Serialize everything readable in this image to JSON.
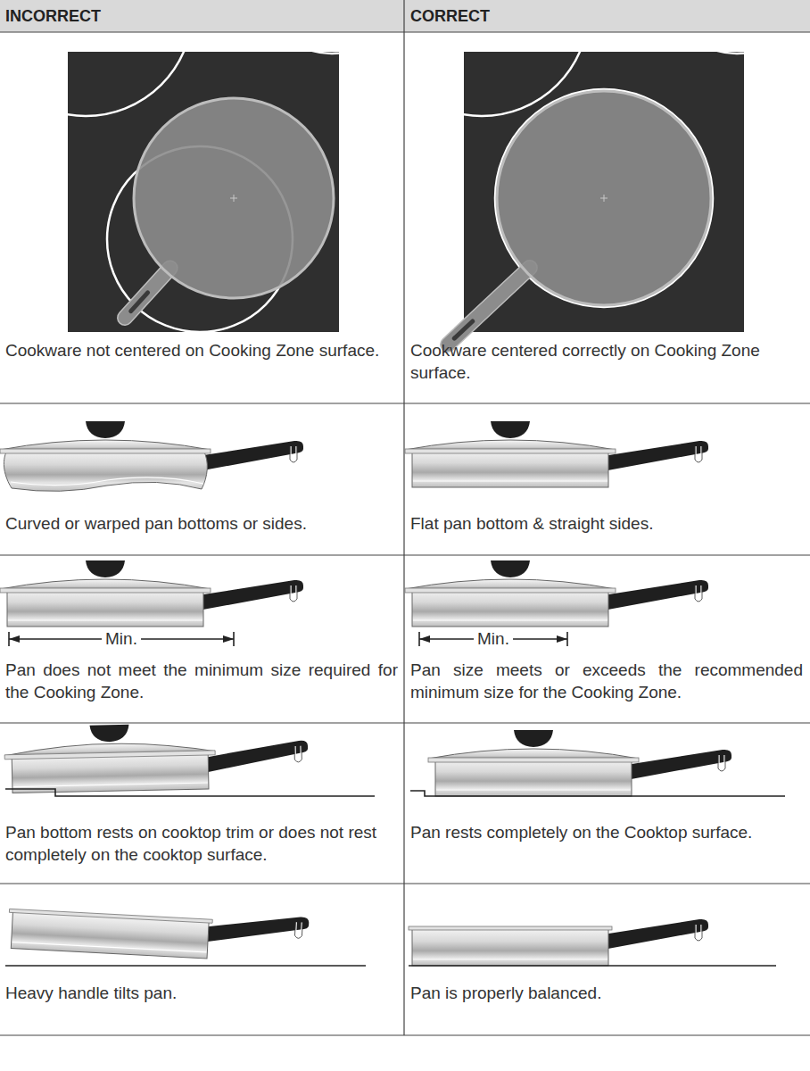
{
  "diagram": {
    "labels": [
      "INCORRECT",
      "CORRECT",
      "Cookware not centered on Cooking Zone surface.",
      "Cookware centered correctly on Cooking Zone surface.",
      "Curved or warped pan bottoms or sides.",
      "Flat pan bottom & straight sides.",
      "Min.",
      "Pan does not meet the minimum size required for the Cooking Zone.",
      "Min.",
      "Pan size meets or exceeds the recommended minimum size for the Cooking Zone.",
      "Pan bottom rests on cooktop trim or does not rest completely on the cooktop surface.",
      "Pan rests completely on the Cooktop surface.",
      "Heavy handle tilts pan.",
      "Pan is properly balanced."
    ]
  }
}
